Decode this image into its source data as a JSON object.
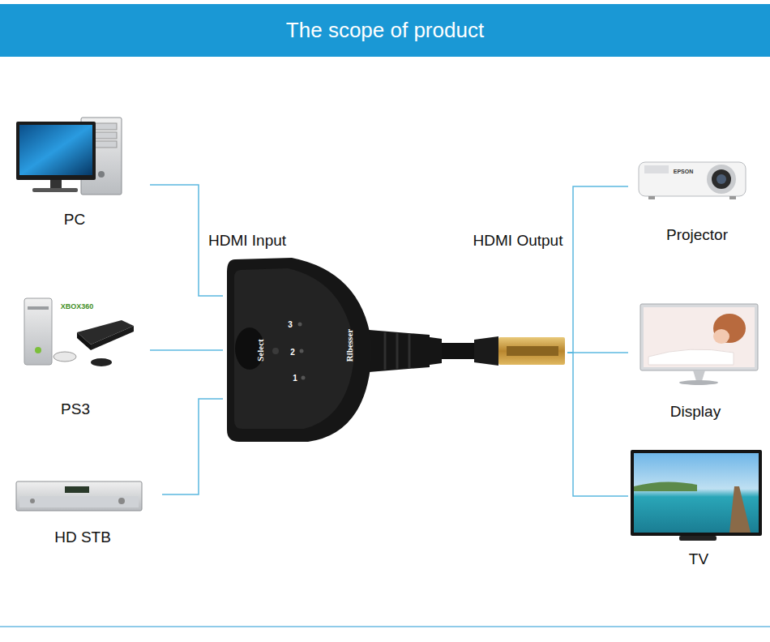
{
  "diagram": {
    "title": "The scope of product",
    "nodes": [
      {
        "text": [
          "PC"
        ]
      },
      {
        "text": [
          "PS3"
        ]
      },
      {
        "text": [
          "HD STB"
        ]
      },
      {
        "text": [
          "Select",
          "1",
          "2",
          "3",
          "Ribesser"
        ]
      },
      {
        "text": [
          "Projector"
        ]
      },
      {
        "text": [
          "Display"
        ]
      },
      {
        "text": [
          "TV"
        ]
      }
    ],
    "edges": [
      {
        "from": 0,
        "to": 3,
        "arrow": "none"
      },
      {
        "from": 1,
        "to": 3,
        "arrow": "none"
      },
      {
        "from": 2,
        "to": 3,
        "arrow": "none"
      },
      {
        "from": 3,
        "to": 4,
        "arrow": "none"
      },
      {
        "from": 3,
        "to": 5,
        "arrow": "none"
      },
      {
        "from": 3,
        "to": 6,
        "arrow": "none"
      }
    ],
    "labels": [
      "HDMI Input",
      "HDMI Output",
      "XBOX360",
      "EPSON"
    ]
  }
}
